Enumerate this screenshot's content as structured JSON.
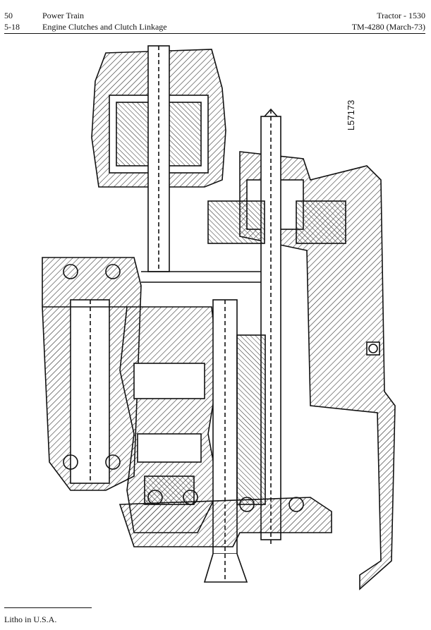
{
  "header": {
    "page_number": "50",
    "section_title": "Power Train",
    "page_ref": "5-18",
    "subsection_title": "Engine Clutches and Clutch Linkage",
    "model": "Tractor - 1530",
    "manual_ref": "TM-4280 (March-73)"
  },
  "figure": {
    "figure_number": "L57173"
  },
  "footer": {
    "litho": "Litho in U.S.A."
  }
}
